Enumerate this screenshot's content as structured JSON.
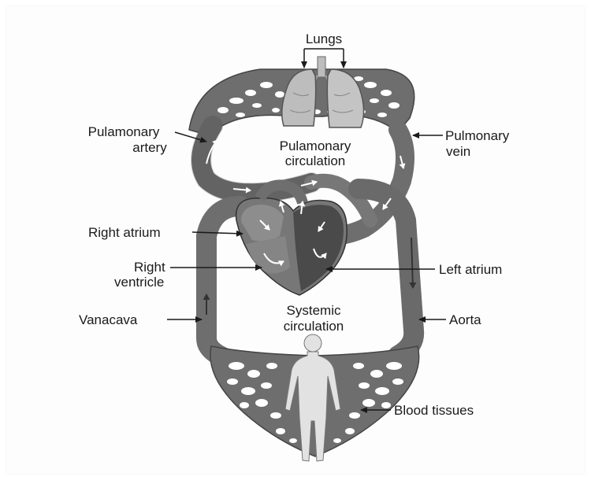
{
  "diagram": {
    "labels": {
      "lungs": "Lungs",
      "pulmonary_artery_line1": "Pulamonary",
      "pulmonary_artery_line2": "artery",
      "pulmonary_circulation_line1": "Pulamonary",
      "pulmonary_circulation_line2": "circulation",
      "pulmonary_vein_line1": "Pulmonary",
      "pulmonary_vein_line2": "vein",
      "right_atrium": "Right atrium",
      "right_ventricle_line1": "Right",
      "right_ventricle_line2": "ventricle",
      "left_atrium": "Left atrium",
      "vena_cava": "Vanacava",
      "systemic_circulation_line1": "Systemic",
      "systemic_circulation_line2": "circulation",
      "aorta": "Aorta",
      "blood_tissues": "Blood tissues"
    },
    "colors": {
      "vessel": "#6e6e6e",
      "vessel_dark": "#555555",
      "vessel_light": "#8a8a8a",
      "lung": "#bdbdbd",
      "heart_dark": "#4a4a4a",
      "human": "#e2e2e2",
      "flow_arrow": "#ffffff",
      "label_text": "#1a1a1a",
      "pointer": "#1a1a1a"
    }
  }
}
